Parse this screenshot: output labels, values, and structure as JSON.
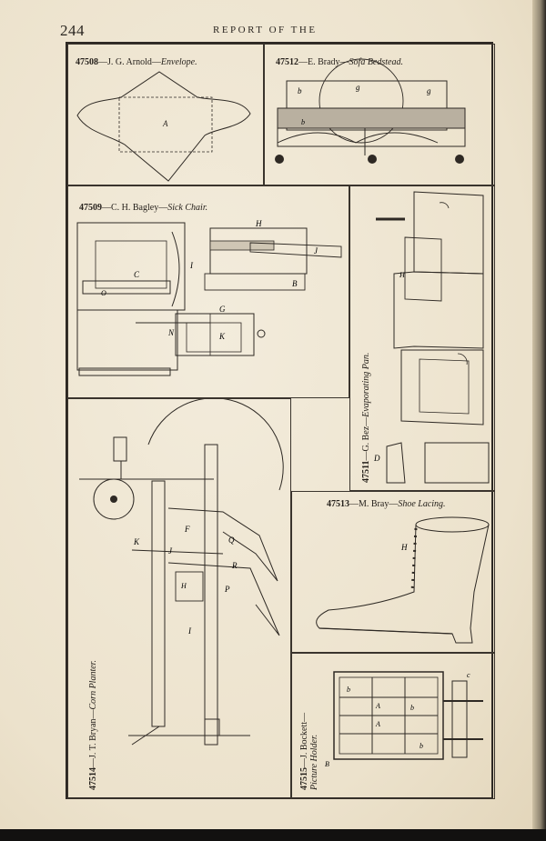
{
  "page": {
    "number": "244",
    "header": "REPORT OF THE"
  },
  "patents": [
    {
      "number": "47508",
      "inventor": "J. G. Arnold",
      "title": "Envelope."
    },
    {
      "number": "47512",
      "inventor": "E. Brady",
      "title": "Sofa Bedstead."
    },
    {
      "number": "47509",
      "inventor": "C. H. Bagley",
      "title": "Sick Chair."
    },
    {
      "number": "47511",
      "inventor": "G. Bez",
      "title": "Evaporating Pan."
    },
    {
      "number": "47514",
      "inventor": "J. T. Bryan",
      "title": "Corn Planter."
    },
    {
      "number": "47513",
      "inventor": "M. Bray",
      "title": "Shoe Lacing."
    },
    {
      "number": "47515",
      "inventor": "J. Bockett",
      "title": "Picture Holder."
    }
  ],
  "labels": {
    "envelope": [
      "A"
    ],
    "sofa": [
      "b",
      "g",
      "g",
      "b"
    ],
    "chair": [
      "H",
      "J",
      "I",
      "C",
      "O",
      "B",
      "G",
      "N",
      "K"
    ],
    "pan": [
      "H",
      "D"
    ],
    "planter": [
      "K",
      "J",
      "F",
      "Q",
      "R",
      "P",
      "H",
      "I"
    ],
    "shoe": [
      "H"
    ],
    "picture": [
      "b",
      "A",
      "b",
      "A",
      "b",
      "B",
      "c"
    ]
  },
  "colors": {
    "paper": "#efe7d4",
    "ink": "#2e2924"
  }
}
